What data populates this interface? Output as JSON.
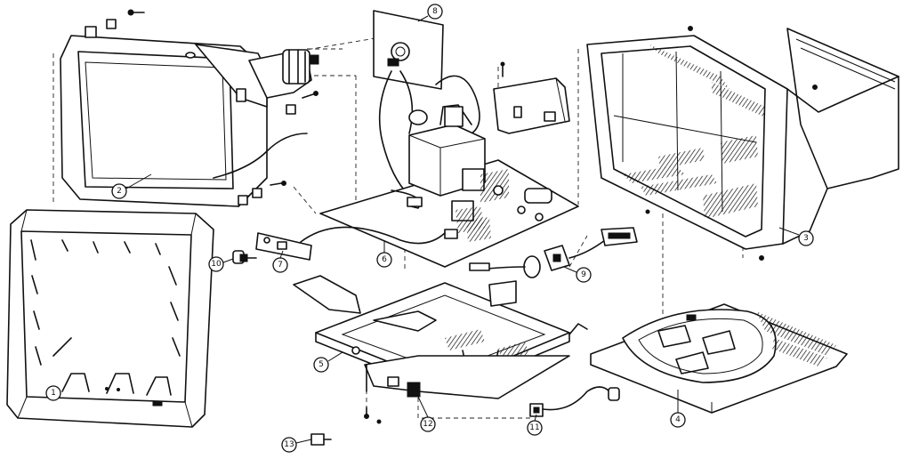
{
  "parts": [
    {
      "id": "front-bezel",
      "label": "1"
    },
    {
      "id": "picture-tube",
      "label": "2"
    },
    {
      "id": "rear-cabinet",
      "label": "3"
    },
    {
      "id": "tilt-swivel-base",
      "label": "4"
    },
    {
      "id": "bottom-chassis-frame",
      "label": "5"
    },
    {
      "id": "main-pcb",
      "label": "6"
    },
    {
      "id": "control-board",
      "label": "7"
    },
    {
      "id": "neck-board",
      "label": "8"
    },
    {
      "id": "signal-connector",
      "label": "9"
    },
    {
      "id": "control-knob",
      "label": "10"
    },
    {
      "id": "power-cord",
      "label": "11"
    },
    {
      "id": "power-switch-bracket",
      "label": "12"
    },
    {
      "id": "clip",
      "label": "13"
    }
  ]
}
